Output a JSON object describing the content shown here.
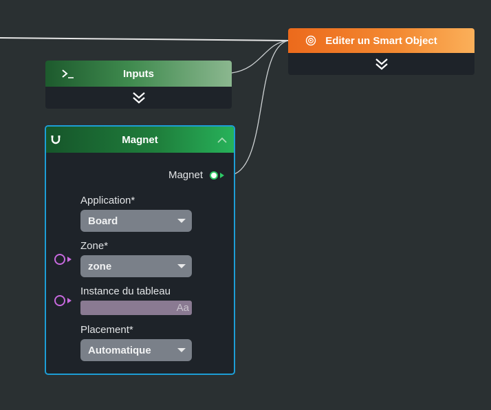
{
  "canvas": {
    "background": "#2a3032",
    "wire_color": "#e6e6e6"
  },
  "nodes": {
    "inputs": {
      "title": "Inputs",
      "icon": "terminal-icon",
      "header_color": "#1d5a2d"
    },
    "smart_object": {
      "title": "Editer un Smart Object",
      "icon": "target-icon",
      "header_color": "#ec6a1c"
    },
    "magnet": {
      "title": "Magnet",
      "icon": "magnet-icon",
      "header_color": "#1f7f3c",
      "border_color": "#1d9ed6",
      "output_label": "Magnet",
      "fields": {
        "application": {
          "label": "Application*",
          "value": "Board"
        },
        "zone": {
          "label": "Zone*",
          "value": "zone"
        },
        "instance": {
          "label": "Instance du tableau",
          "suffix": "Aa"
        },
        "placement": {
          "label": "Placement*",
          "value": "Automatique"
        }
      }
    }
  }
}
